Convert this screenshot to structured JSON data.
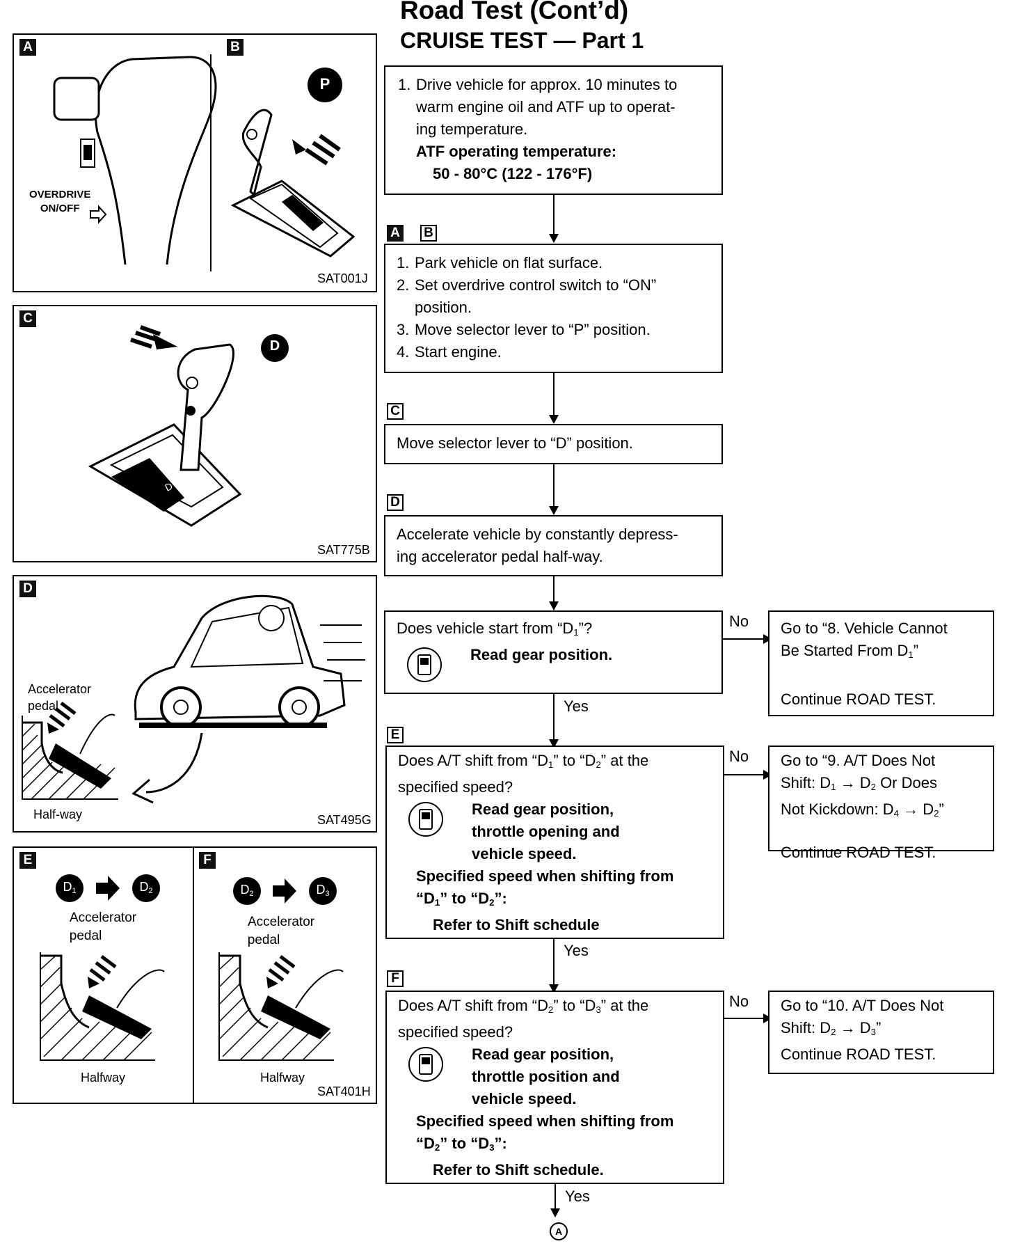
{
  "header": {
    "title": "Road Test (Cont’d)",
    "subtitle": "CRUISE TEST — Part 1"
  },
  "figures": {
    "fig_a": {
      "tag": "A",
      "overdrive_label_1": "OVERDRIVE",
      "overdrive_label_2": "ON/OFF"
    },
    "fig_b": {
      "tag": "B",
      "circle": "P",
      "code": "SAT001J"
    },
    "fig_c": {
      "tag": "C",
      "circle": "D",
      "code": "SAT775B"
    },
    "fig_d": {
      "tag": "D",
      "pedal_label_1": "Accelerator",
      "pedal_label_2": "pedal",
      "halfway": "Half-way",
      "code": "SAT495G"
    },
    "fig_e": {
      "tag": "E",
      "from": "D",
      "from_sub": "1",
      "to": "D",
      "to_sub": "2",
      "pedal_label_1": "Accelerator",
      "pedal_label_2": "pedal",
      "halfway": "Halfway"
    },
    "fig_f": {
      "tag": "F",
      "from": "D",
      "from_sub": "2",
      "to": "D",
      "to_sub": "3",
      "pedal_label_1": "Accelerator",
      "pedal_label_2": "pedal",
      "halfway": "Halfway",
      "code": "SAT401H"
    }
  },
  "flow": {
    "box1": {
      "n1": "1.",
      "l1": "Drive vehicle for approx. 10 minutes to",
      "l2": "warm engine oil and ATF up to operat-",
      "l3": "ing temperature.",
      "l4": "ATF operating temperature:",
      "l5": "50 - 80°C (122 - 176°F)"
    },
    "tags2": {
      "a": "A",
      "b": "B"
    },
    "box2": {
      "n1": "1.",
      "s1": "Park vehicle on flat surface.",
      "n2": "2.",
      "s2a": "Set overdrive control switch to “ON”",
      "s2b": "position.",
      "n3": "3.",
      "s3": "Move selector lever to “P” position.",
      "n4": "4.",
      "s4": "Start engine."
    },
    "tag3": "C",
    "box3": {
      "text": "Move selector lever to “D” position."
    },
    "tag4": "D",
    "box4": {
      "l1": "Accelerate vehicle by constantly depress-",
      "l2": "ing accelerator pedal half-way."
    },
    "box5": {
      "q_pre": "Does vehicle start from “D",
      "q_sub": "1",
      "q_post": "”?",
      "read": "Read gear position."
    },
    "no1": "No",
    "side1": {
      "l1": "Go to “8. Vehicle Cannot",
      "l2_pre": "Be Started From D",
      "l2_sub": "1",
      "l2_post": "”",
      "l3": "Continue ROAD TEST."
    },
    "yes1": "Yes",
    "tag6": "E",
    "box6": {
      "q1_a": "Does A/T shift from “D",
      "q1_s1": "1",
      "q1_b": "” to “D",
      "q1_s2": "2",
      "q1_c": "” at the",
      "q2": "specified speed?",
      "r1": "Read gear position,",
      "r2": "throttle opening and",
      "r3": "vehicle speed.",
      "s1": "Specified speed when shifting from",
      "s2_a": "“D",
      "s2_s1": "1",
      "s2_b": "” to “D",
      "s2_s2": "2",
      "s2_c": "”:",
      "s3": "Refer to Shift schedule"
    },
    "no2": "No",
    "side2": {
      "l1": "Go to “9. A/T Does Not",
      "l2_a": "Shift: D",
      "l2_s1": "1",
      "l2_b": " → D",
      "l2_s2": "2",
      "l2_c": " Or Does",
      "l3_a": "Not Kickdown: D",
      "l3_s1": "4",
      "l3_b": " → D",
      "l3_s2": "2",
      "l3_c": "”",
      "l4": "Continue ROAD TEST."
    },
    "yes2": "Yes",
    "tag7": "F",
    "box7": {
      "q1_a": "Does A/T shift from “D",
      "q1_s1": "2",
      "q1_b": "” to “D",
      "q1_s2": "3",
      "q1_c": "” at the",
      "q2": "specified speed?",
      "r1": "Read gear position,",
      "r2": "throttle position and",
      "r3": "vehicle speed.",
      "s1": "Specified speed when shifting from",
      "s2_a": "“D",
      "s2_s1": "2",
      "s2_b": "” to “D",
      "s2_s2": "3",
      "s2_c": "”:",
      "s3": "Refer to Shift schedule."
    },
    "no3": "No",
    "side3": {
      "l1": "Go to “10. A/T Does Not",
      "l2_a": "Shift: D",
      "l2_s1": "2",
      "l2_b": " → D",
      "l2_s2": "3",
      "l2_c": "”",
      "l3": "Continue ROAD TEST."
    },
    "yes3": "Yes",
    "connector": "A"
  }
}
